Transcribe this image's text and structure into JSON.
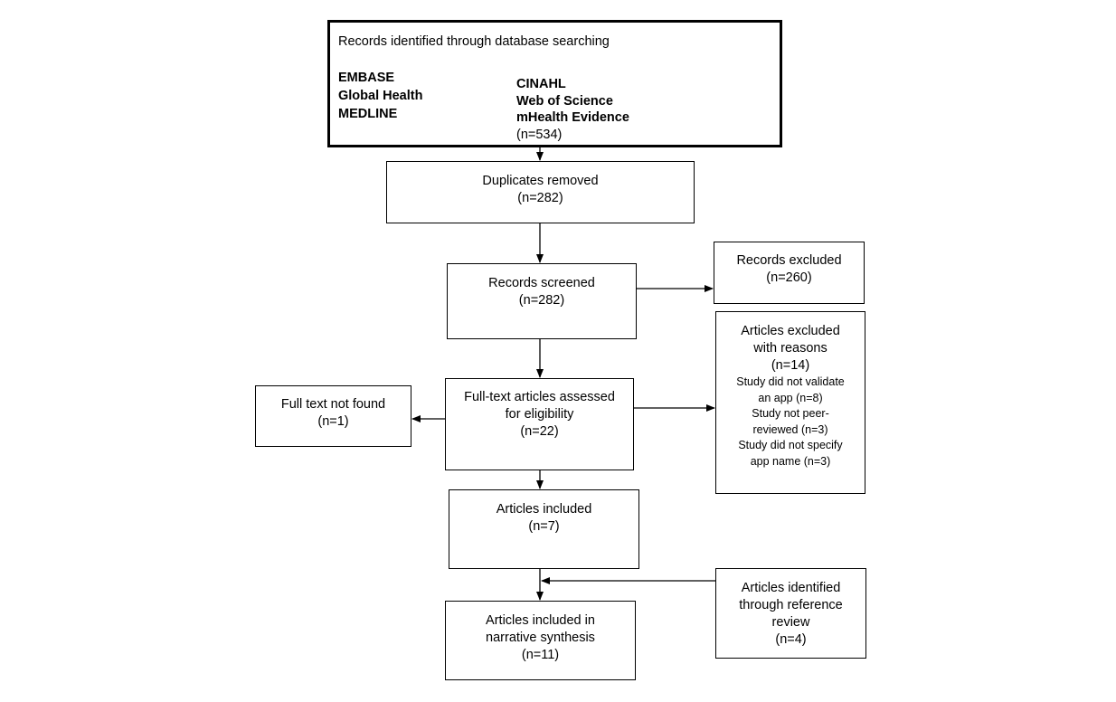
{
  "identification": {
    "title": "Records identified through database searching",
    "databases_left": [
      "EMBASE",
      "Global Health",
      "MEDLINE"
    ],
    "databases_right": [
      "CINAHL",
      "Web of Science",
      "mHealth Evidence"
    ],
    "count": "(n=534)"
  },
  "duplicates": {
    "label": "Duplicates removed",
    "count": "(n=282)"
  },
  "screened": {
    "label": "Records screened",
    "count": "(n=282)"
  },
  "records_excluded": {
    "label": "Records excluded",
    "count": "(n=260)"
  },
  "articles_excluded": {
    "label_line1": "Articles excluded",
    "label_line2": "with reasons",
    "count": "(n=14)",
    "reasons": [
      {
        "line1": "Study did not validate",
        "line2": "an app (n=8)"
      },
      {
        "line1": "Study not peer-",
        "line2": "reviewed (n=3)"
      },
      {
        "line1": "Study did not specify",
        "line2": "app name (n=3)"
      }
    ]
  },
  "fulltext": {
    "label_line1": "Full-text articles assessed",
    "label_line2": "for eligibility",
    "count": "(n=22)"
  },
  "fulltext_not_found": {
    "label": "Full text not found",
    "count": "(n=1)"
  },
  "included": {
    "label": "Articles included",
    "count": "(n=7)"
  },
  "reference_review": {
    "label_line1": "Articles identified",
    "label_line2": "through reference",
    "label_line3": "review",
    "count": "(n=4)"
  },
  "synthesis": {
    "label_line1": "Articles included in",
    "label_line2": "narrative synthesis",
    "count": "(n=11)"
  }
}
